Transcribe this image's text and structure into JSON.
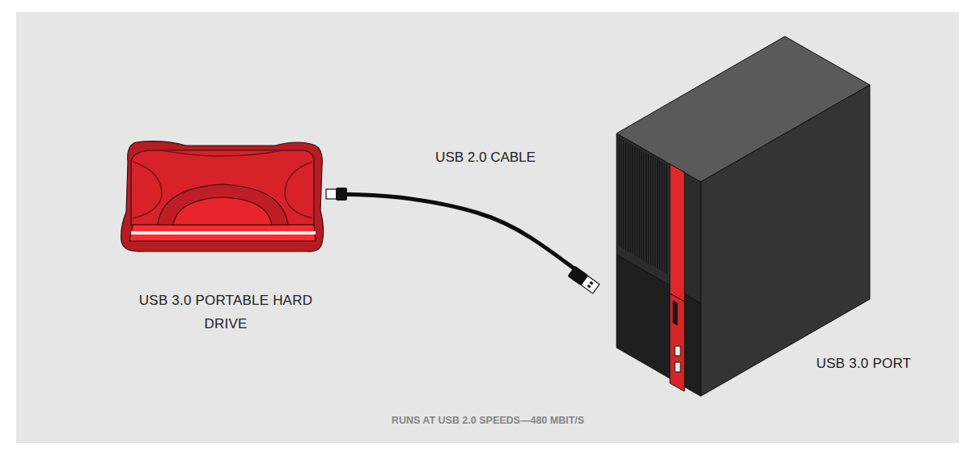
{
  "diagram": {
    "caption": "RUNS AT USB 2.0 SPEEDS—480 MBIT/S",
    "nodes": [
      {
        "text": [
          "USB 3.0 PORTABLE HARD DRIVE"
        ]
      },
      {
        "text": [
          "USB 3.0 PORT"
        ]
      }
    ],
    "edges": [
      {
        "from": 0,
        "to": 1,
        "arrow": "none",
        "label": "USB 2.0 CABLE"
      }
    ]
  }
}
